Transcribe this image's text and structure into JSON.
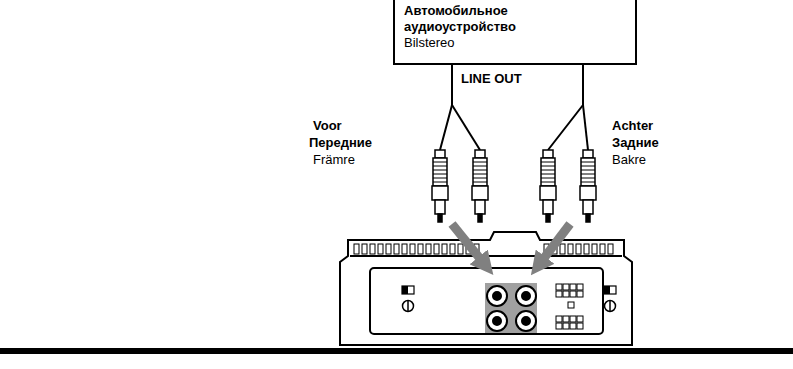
{
  "diagram": {
    "nodes": [
      {
        "text": [
          "Автомобильное аудиоустройство",
          "Bilstereo"
        ]
      }
    ],
    "labels": [
      "LINE OUT",
      "Voor",
      "Передние",
      "Främre",
      "Achter",
      "Задние",
      "Bakre"
    ]
  }
}
